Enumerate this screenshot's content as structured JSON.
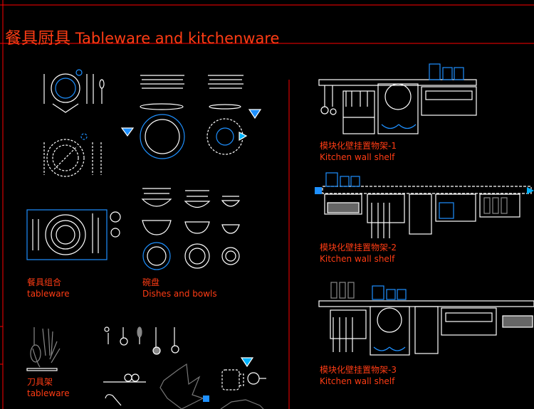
{
  "title": {
    "chinese": "餐具厨具",
    "english": "Tableware and kitchenware"
  },
  "labels": {
    "tableware_set": {
      "chinese": "餐具组合",
      "english": "tableware"
    },
    "dishes": {
      "chinese": "碗盘",
      "english": "Dishes and bowls"
    },
    "knife_rack": {
      "chinese": "刀具架",
      "english": "tableware"
    },
    "shelf1": {
      "chinese": "模块化壁挂置物架-1",
      "english": "Kitchen wall shelf"
    },
    "shelf2": {
      "chinese": "模块化壁挂置物架-2",
      "english": "Kitchen wall shelf"
    },
    "shelf3": {
      "chinese": "模块化壁挂置物架-3",
      "english": "Kitchen wall shelf"
    }
  },
  "colors": {
    "background": "#000000",
    "frame": "#ff0000",
    "text": "#ff3c14",
    "line": "#ffffff",
    "accent": "#1e90ff",
    "grip": "#00b4ff"
  }
}
